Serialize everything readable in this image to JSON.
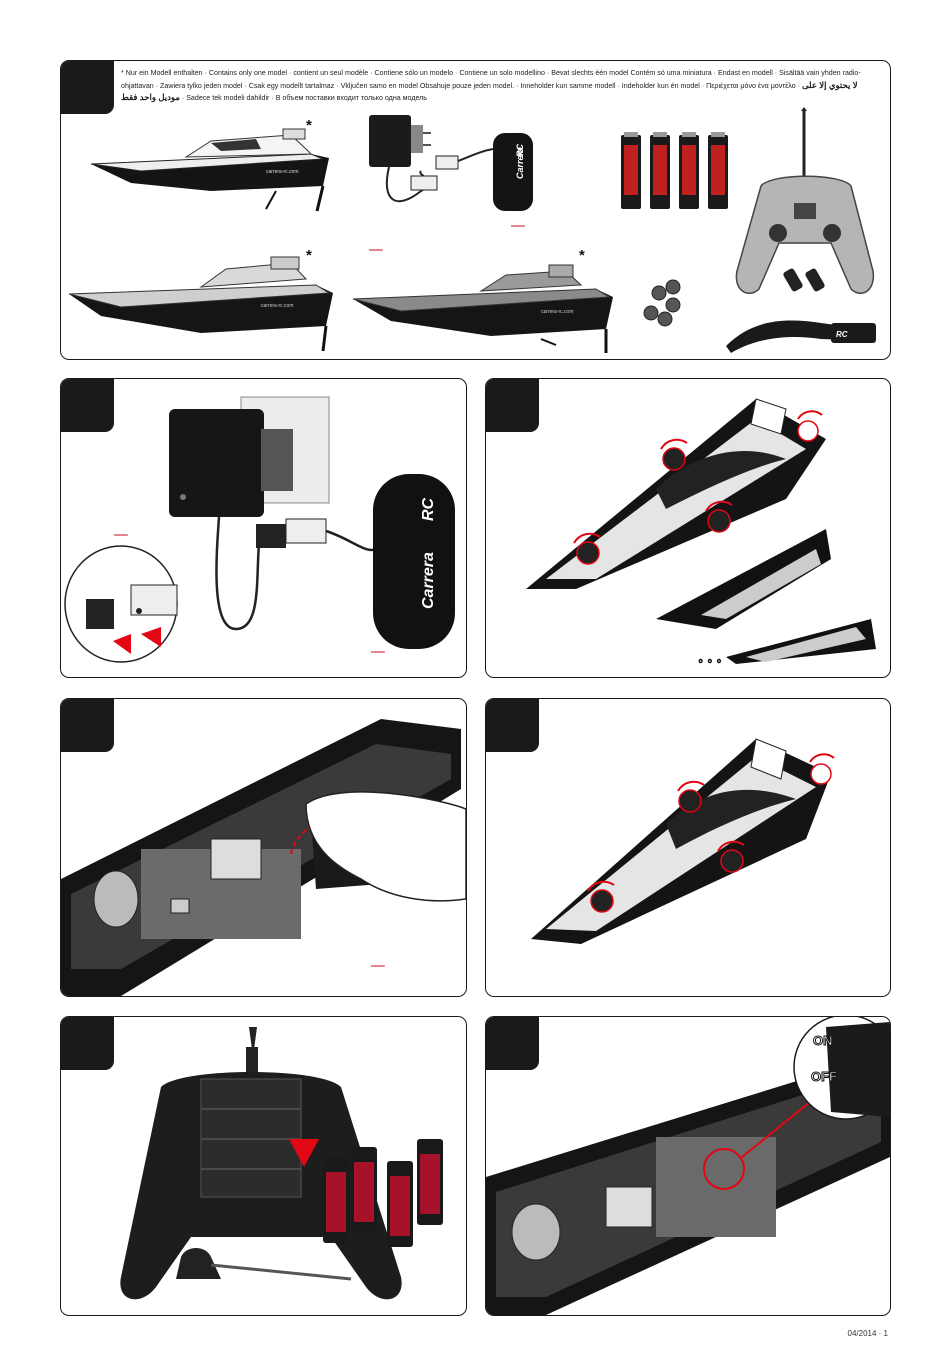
{
  "panel1": {
    "note": "* Nur ein Modell enthalten · Contains only one model · contient un seul modèle · Contiene sólo un modelo · Contiene un solo modellino · Bevat slechts één model Contém só uma miniatura · Endast en modell · Sisältää vain yhden radio-ohjattavan · Zawiera tylko jeden model · Csak egy modellt tartalmaz · Vključen samo en model Obsahuje pouze jeden model. · Inneholder kun samme modell · Indeholder kun én model · Περιέχεται μόνο ένα μοντέλο ·",
    "note_arabic": "لا يحتوي إلا على موديل واحد فقط",
    "note_tail": "· Sadece tek modeli dahildir · В объем поставки входит только одна модель",
    "star": "*",
    "boat_text": "carrera-rc.com",
    "dc_symbol": "═══"
  },
  "panel2": {
    "dc_symbol": "═══"
  },
  "panel3": {
    "screws_symbol": "⚬⚬⚬"
  },
  "panel4": {
    "dc_symbol": "═══"
  },
  "panel6": {
    "on_label": "ON",
    "off_label": "OFF"
  },
  "brand": {
    "logo": "Carrera",
    "rc": "RC"
  },
  "colors": {
    "frame": "#1a1a1a",
    "arrow": "#e30613",
    "dc": "#c8102e"
  },
  "footer": {
    "text": "04/2014 · 1"
  }
}
